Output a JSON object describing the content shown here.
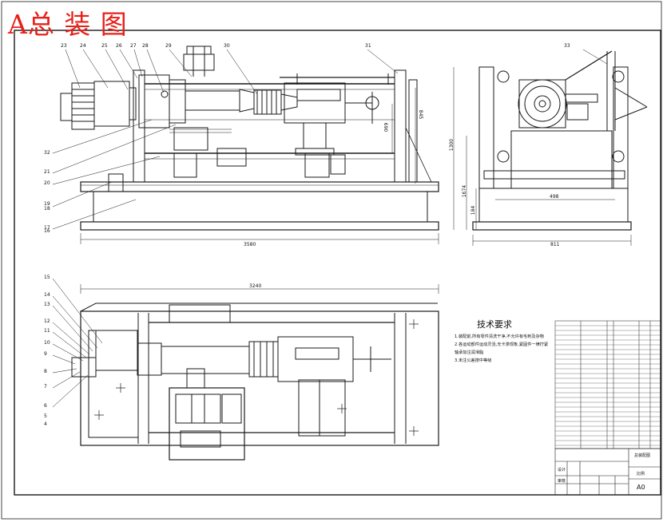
{
  "title_stamp": "A总 装 图",
  "tech_requirements": {
    "title": "技术要求",
    "lines": [
      "1.装配前,所有零件清洗干净,不允许有毛刺及杂物",
      "2.各运动部件运动灵活,无卡滞现象,紧固件一律拧紧",
      "轴承加注润滑脂",
      "3.未注公差按中等级"
    ]
  },
  "dimensions": {
    "front_width": "3580",
    "front_height_1": "845",
    "front_height_2": "690",
    "top_width": "3240",
    "side_height_1": "1300",
    "side_height_2": "1674",
    "side_height_3": "184",
    "side_inner_width": "498",
    "side_width": "811"
  },
  "callouts": {
    "front": [
      "23",
      "24",
      "25",
      "26",
      "27",
      "28",
      "29",
      "30",
      "31",
      "32",
      "21",
      "20",
      "19",
      "18",
      "17",
      "16"
    ],
    "top": [
      "15",
      "14",
      "13",
      "12",
      "11",
      "10",
      "9",
      "8",
      "7",
      "6",
      "5",
      "4"
    ],
    "side": [
      "33"
    ]
  },
  "title_block": {
    "drawing_name": "总装配图",
    "scale_label": "比例",
    "sheet_size": "A0",
    "label_design": "设计",
    "label_check": "审核"
  },
  "colors": {
    "line": "#1a1a1a",
    "stamp": "#e8201a",
    "paper": "#ffffff"
  }
}
